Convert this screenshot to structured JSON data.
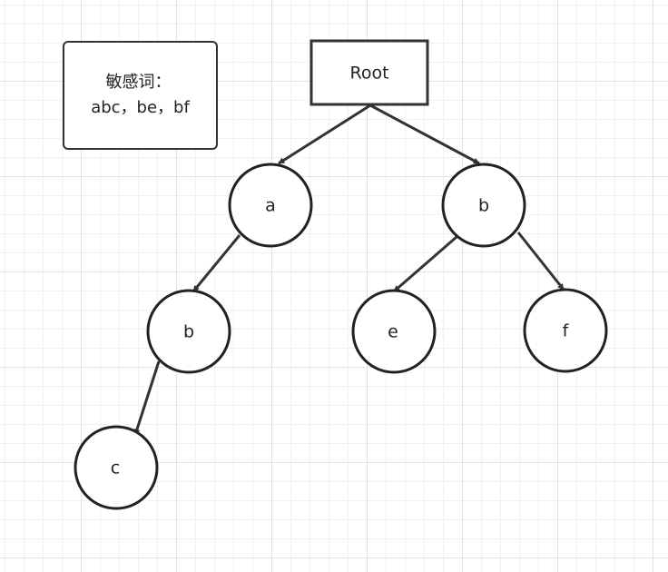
{
  "note": {
    "title": "敏感词：",
    "content": "abc，be，bf"
  },
  "tree": {
    "root": "Root",
    "nodes": [
      {
        "id": "a1",
        "label": "a"
      },
      {
        "id": "b1",
        "label": "b"
      },
      {
        "id": "b2",
        "label": "b"
      },
      {
        "id": "c1",
        "label": "c"
      },
      {
        "id": "e1",
        "label": "e"
      },
      {
        "id": "f1",
        "label": "f"
      }
    ],
    "edges": [
      [
        "root",
        "a1"
      ],
      [
        "root",
        "b1"
      ],
      [
        "a1",
        "b2"
      ],
      [
        "b2",
        "c1"
      ],
      [
        "b1",
        "e1"
      ],
      [
        "b1",
        "f1"
      ]
    ]
  },
  "colors": {
    "stroke": "#333333",
    "text": "#222222",
    "background": "#ffffff"
  }
}
